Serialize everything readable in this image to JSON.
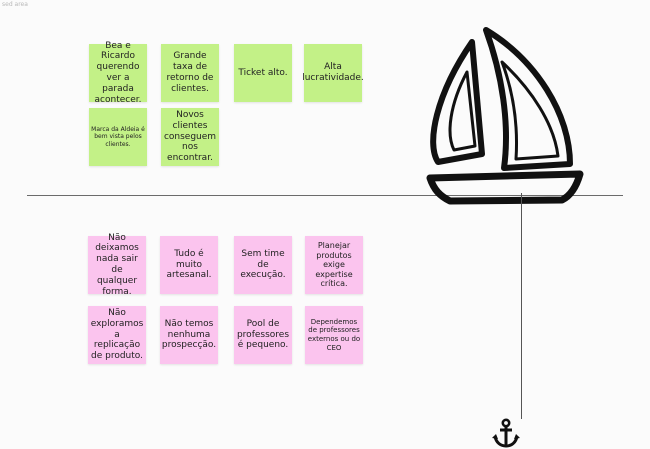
{
  "canvas": {
    "area_label": "sed area",
    "background": "#fbfbfb"
  },
  "colors": {
    "green_note": "#c3f187",
    "pink_note": "#fbc4ee",
    "ink": "#111111"
  },
  "icons": {
    "boat": "sailboat-icon",
    "anchor": "anchor-icon"
  },
  "wind_notes": [
    "Bea e Ricardo querendo ver a parada acontecer.",
    "Grande taxa de retorno de clientes.",
    "Ticket alto.",
    "Alta lucratividade.",
    "Marca da Aldeia é bem vista pelos clientes.",
    "Novos clientes conseguem nos encontrar."
  ],
  "anchor_notes": [
    "Não deixamos nada sair de qualquer forma.",
    "Tudo é muito artesanal.",
    "Sem time de execução.",
    "Planejar produtos exige expertise crítica.",
    "Não exploramos a replicação de produto.",
    "Não temos nenhuma prospecção.",
    "Pool de professores é pequeno.",
    "Dependemos de professores externos ou do CEO"
  ]
}
